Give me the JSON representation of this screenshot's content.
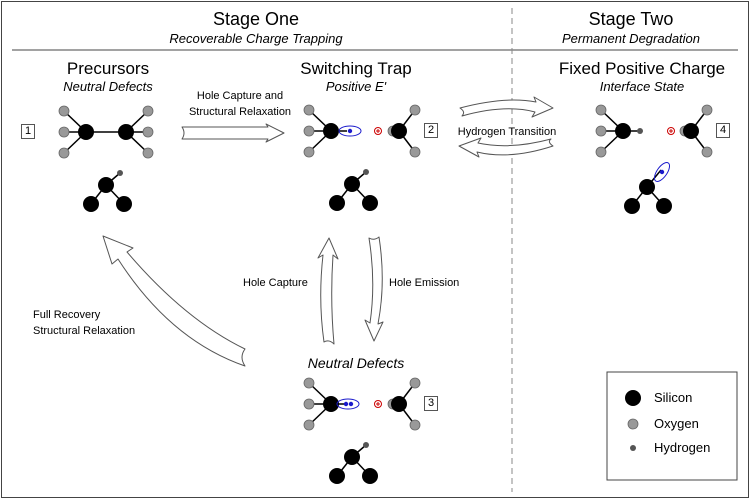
{
  "stages": {
    "one": {
      "title": "Stage One",
      "subtitle": "Recoverable Charge Trapping"
    },
    "two": {
      "title": "Stage Two",
      "subtitle": "Permanent Degradation"
    }
  },
  "columns": {
    "precursors": {
      "title": "Precursors",
      "subtitle": "Neutral Defects",
      "number": "1"
    },
    "switching": {
      "title": "Switching Trap",
      "subtitle": "Positive E'",
      "number": "2"
    },
    "fixed": {
      "title": "Fixed Positive Charge",
      "subtitle": "Interface State",
      "number": "4"
    },
    "neutral": {
      "subtitle": "Neutral Defects",
      "number": "3"
    }
  },
  "transitions": {
    "hole_capture_relax_line1": "Hole Capture and",
    "hole_capture_relax_line2": "Structural Relaxation",
    "hydrogen_transition": "Hydrogen Transition",
    "hole_capture": "Hole Capture",
    "hole_emission": "Hole Emission",
    "full_recovery_line1": "Full Recovery",
    "full_recovery_line2": "Structural Relaxation"
  },
  "legend": {
    "silicon": "Silicon",
    "oxygen": "Oxygen",
    "hydrogen": "Hydrogen"
  },
  "colors": {
    "silicon": "#000000",
    "oxygen": "#999999",
    "hydrogen": "#555555",
    "electron": "#1a1acc",
    "positive_charge": "#cc0000"
  }
}
